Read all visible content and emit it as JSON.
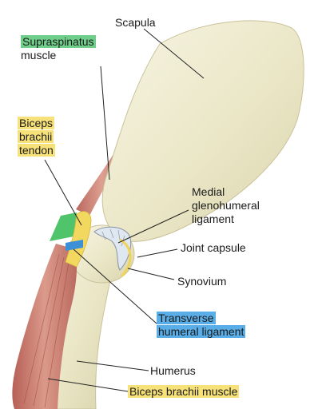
{
  "labels": {
    "scapula": "Scapula",
    "supraspinatus_line1": "Supraspinatus",
    "supraspinatus_line2": "muscle",
    "biceps_tendon_line1": "Biceps",
    "biceps_tendon_line2": "brachii",
    "biceps_tendon_line3": "tendon",
    "medial_line1": "Medial",
    "medial_line2": "glenohumeral",
    "medial_line3": "ligament",
    "joint_capsule": "Joint capsule",
    "synovium": "Synovium",
    "transverse_line1": "Transverse",
    "transverse_line2": "humeral ligament",
    "humerus": "Humerus",
    "biceps_muscle": "Biceps brachii muscle"
  },
  "colors": {
    "highlight_green": "#6fcf8a",
    "highlight_yellow": "#f7e27a",
    "highlight_blue": "#5aaee8",
    "bone": "#efeccf",
    "muscle": "#c97a6e"
  }
}
